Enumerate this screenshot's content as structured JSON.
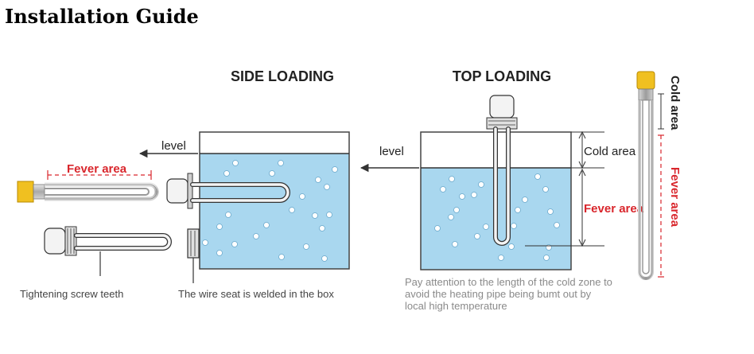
{
  "page_title": "Installation Guide",
  "side": {
    "heading": "SIDE LOADING",
    "level_label": "level",
    "fever_label": "Fever area",
    "caption_screw": "Tightening screw teeth",
    "caption_wire_seat": "The wire seat is welded in the box"
  },
  "top": {
    "heading": "TOP LOADING",
    "level_label": "level",
    "cold_label": "Cold area",
    "fever_label": "Fever area",
    "note_line1": "Pay attention to the length of the cold zone to",
    "note_line2": "avoid the heating pipe being bumt out by",
    "note_line3": "local high temperature"
  },
  "element_diagram": {
    "cold_label": "Cold area",
    "fever_label": "Fever area"
  },
  "colors": {
    "water": "#a9d7ef",
    "fever": "#d9262c",
    "cap": "#f0c020",
    "outline": "#333333",
    "note": "#8a8a8a"
  }
}
